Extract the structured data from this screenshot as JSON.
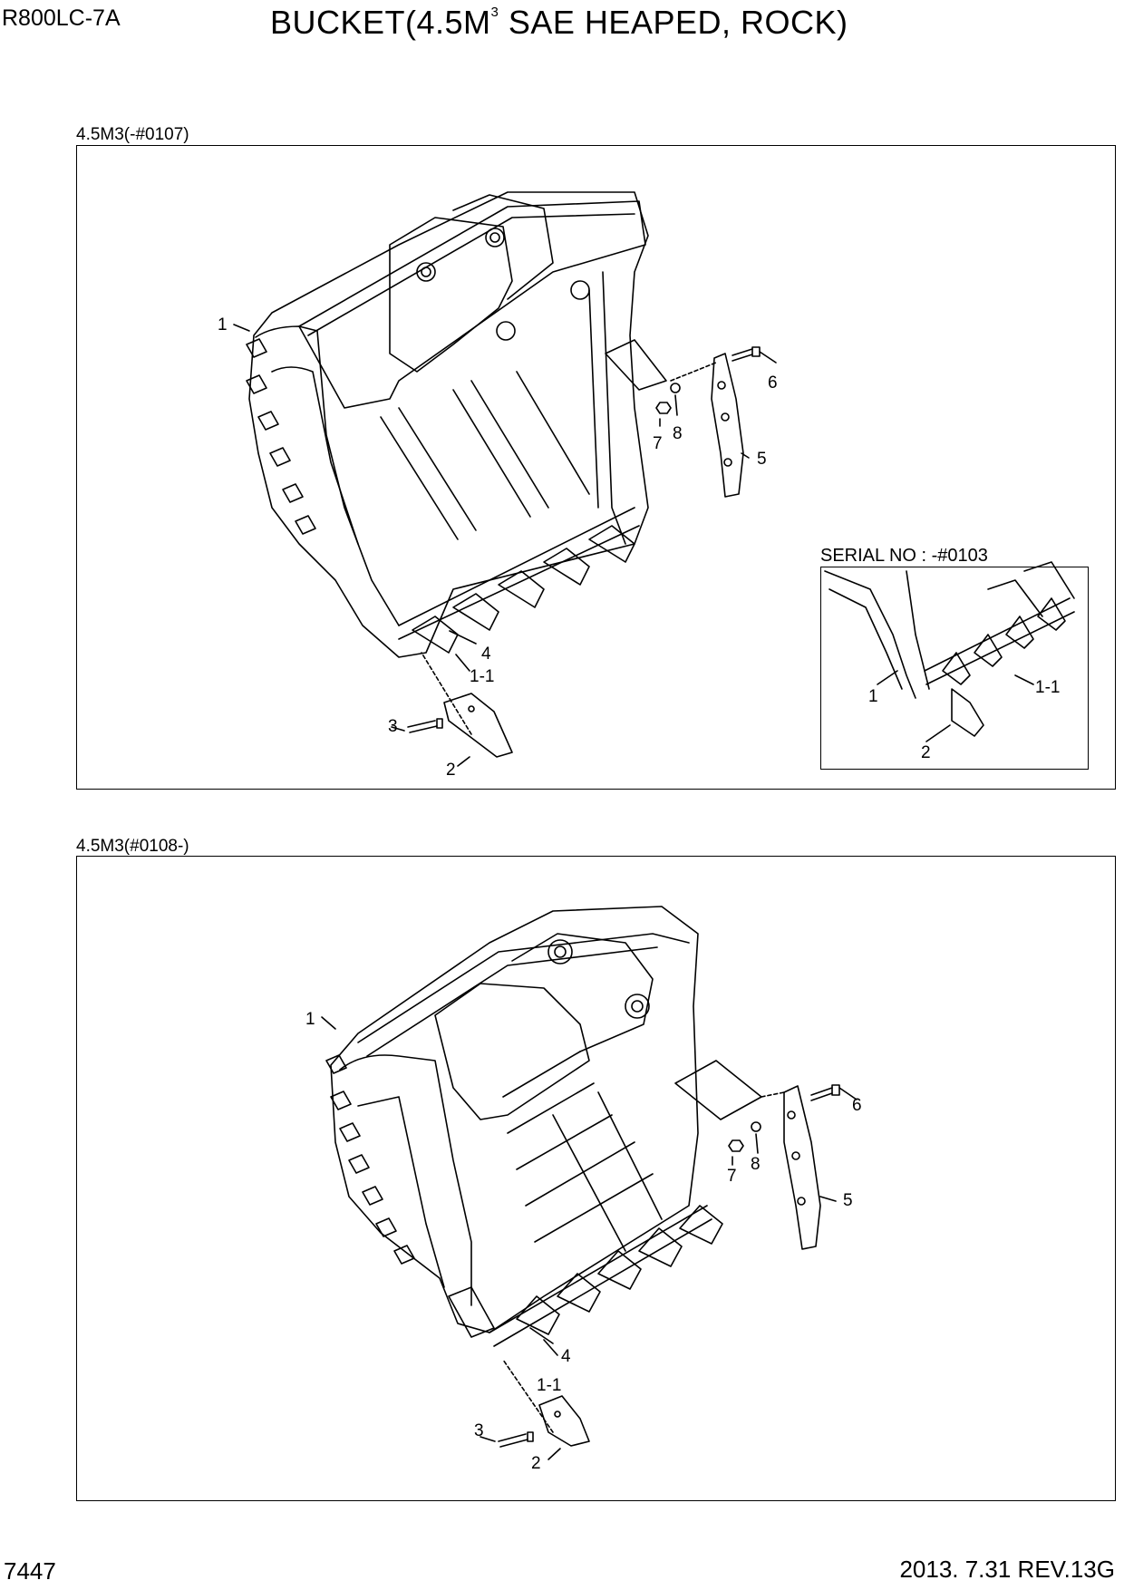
{
  "header": {
    "model": "R800LC-7A",
    "title_main": "BUCKET(4.5M",
    "title_sup": "3",
    "title_rest": " SAE HEAPED, ROCK)"
  },
  "sections": [
    {
      "label": "4.5M3(-#0107)",
      "callouts": [
        "1",
        "1-1",
        "2",
        "3",
        "4",
        "5",
        "6",
        "7",
        "8"
      ],
      "inset": {
        "label": "SERIAL NO : -#0103",
        "callouts": [
          "1",
          "1-1",
          "2"
        ]
      }
    },
    {
      "label": "4.5M3(#0108-)",
      "callouts": [
        "1",
        "1-1",
        "2",
        "3",
        "4",
        "5",
        "6",
        "7",
        "8"
      ]
    }
  ],
  "footer": {
    "page_number": "7447",
    "date_rev": "2013. 7.31  REV.13G"
  }
}
